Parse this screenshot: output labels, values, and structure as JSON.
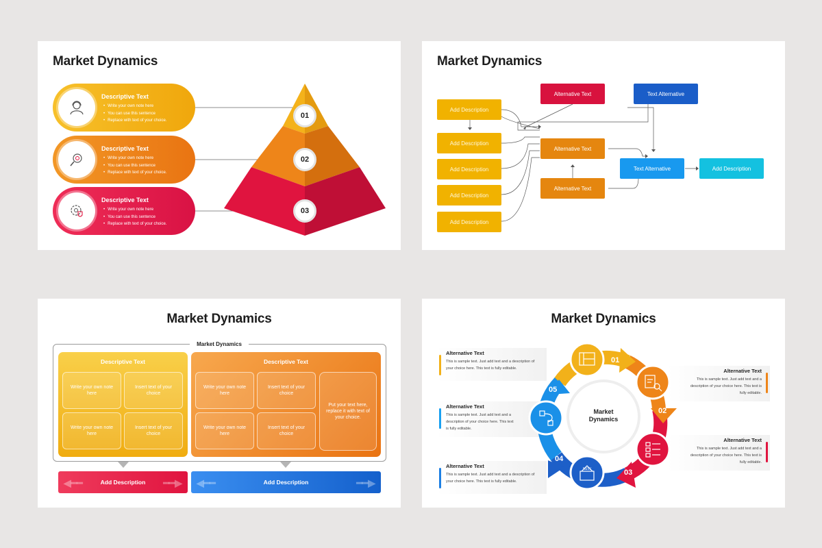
{
  "slide1": {
    "title": "Market Dynamics",
    "items": [
      {
        "title": "Descriptive Text",
        "bullets": [
          "Write your own note here",
          "You can use this sentence",
          "Replace with text of your choice."
        ],
        "number": "01",
        "icon": "user-headset-icon"
      },
      {
        "title": "Descriptive Text",
        "bullets": [
          "Write your own note here",
          "You can use this sentence",
          "Replace with text of your choice."
        ],
        "number": "02",
        "icon": "magnifier-search-icon"
      },
      {
        "title": "Descriptive Text",
        "bullets": [
          "Write your own note here",
          "You can use this sentence",
          "Replace with text of your choice."
        ],
        "number": "03",
        "icon": "gear-shield-icon"
      }
    ],
    "colors": {
      "yellow": "#f2b11a",
      "orange": "#ee8519",
      "red": "#e0143f"
    }
  },
  "slide2": {
    "title": "Market Dynamics",
    "left_boxes": [
      "Add Description",
      "Add Description",
      "Add Description",
      "Add Description",
      "Add Description"
    ],
    "red_box": "Alternative Text",
    "blue_box": "Text Alternative",
    "orange_box_mid": "Alternative Text",
    "orange_box_low": "Alternative Text",
    "light_blue_box": "Text Alternative",
    "cyan_box": "Add Description"
  },
  "slide3": {
    "title": "Market Dynamics",
    "frame_label": "Market Dynamics",
    "left_panel": {
      "title": "Descriptive Text",
      "cells": [
        "Write your own note here",
        "Insert text of your choice",
        "Write your own note here",
        "Insert text of your choice"
      ]
    },
    "right_panel": {
      "title": "Descriptive Text",
      "cells": [
        "Write your own note here",
        "Insert text of your choice",
        "Write your own note here",
        "Insert text of your choice"
      ],
      "big_cell": "Put your text here, replace it with text of your choice."
    },
    "left_button": "Add Description",
    "right_button": "Add Description"
  },
  "slide4": {
    "title": "Market Dynamics",
    "center_label_line1": "Market",
    "center_label_line2": "Dynamics",
    "steps": [
      {
        "number": "01",
        "icon": "blueprint-icon",
        "color": "#f2b11a"
      },
      {
        "number": "02",
        "icon": "document-search-icon",
        "color": "#ee8519"
      },
      {
        "number": "03",
        "icon": "checklist-icon",
        "color": "#e0143f"
      },
      {
        "number": "04",
        "icon": "new-product-icon",
        "color": "#1d5fc8"
      },
      {
        "number": "05",
        "icon": "route-icon",
        "color": "#1a90e8"
      }
    ],
    "callouts": [
      {
        "title": "Alternative Text",
        "desc_l1": "This is sample text. Just add text and a description of",
        "desc_l2": "your choice here. This text is fully editable."
      },
      {
        "title": "Alternative Text",
        "desc_l1": "This is sample text. Just add text and a",
        "desc_l2": "description of your choice here. This text is",
        "desc_l3": "fully editable."
      },
      {
        "title": "Alternative Text",
        "desc_l1": "This is sample text. Just add text and a",
        "desc_l2": "description of your choice here. This text",
        "desc_l3": "is fully editable."
      },
      {
        "title": "Alternative Text",
        "desc_l1": "This is sample text. Just add text and a",
        "desc_l2": "description of your choice here. This text is",
        "desc_l3": "fully editable."
      },
      {
        "title": "Alternative Text",
        "desc_l1": "This is sample text. Just add text and a description of",
        "desc_l2": "your choice here. This text is fully editable."
      }
    ]
  }
}
